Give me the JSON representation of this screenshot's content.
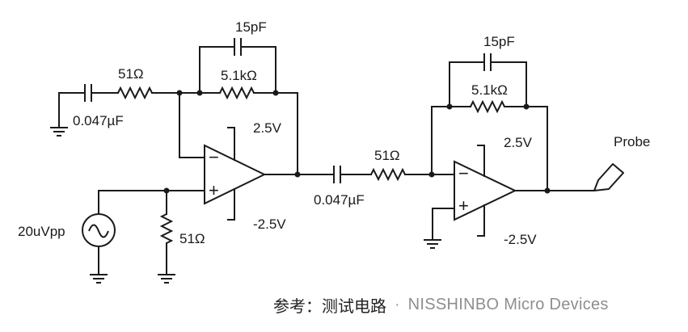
{
  "stage1": {
    "cap_in": "0.047µF",
    "r_in": "51Ω",
    "r_fb": "5.1kΩ",
    "c_fb": "15pF",
    "vpos": "2.5V",
    "vneg": "-2.5V",
    "r_bias": "51Ω",
    "source": "20uVpp"
  },
  "stage2": {
    "cap_in": "0.047µF",
    "r_in": "51Ω",
    "r_fb": "5.1kΩ",
    "c_fb": "15pF",
    "vpos": "2.5V",
    "vneg": "-2.5V",
    "probe": "Probe"
  },
  "signs": {
    "minus": "−",
    "plus": "+"
  },
  "caption": {
    "prefix": "参考：",
    "title": "测试电路",
    "separator": "·",
    "org": "NISSHINBO Micro Devices"
  }
}
